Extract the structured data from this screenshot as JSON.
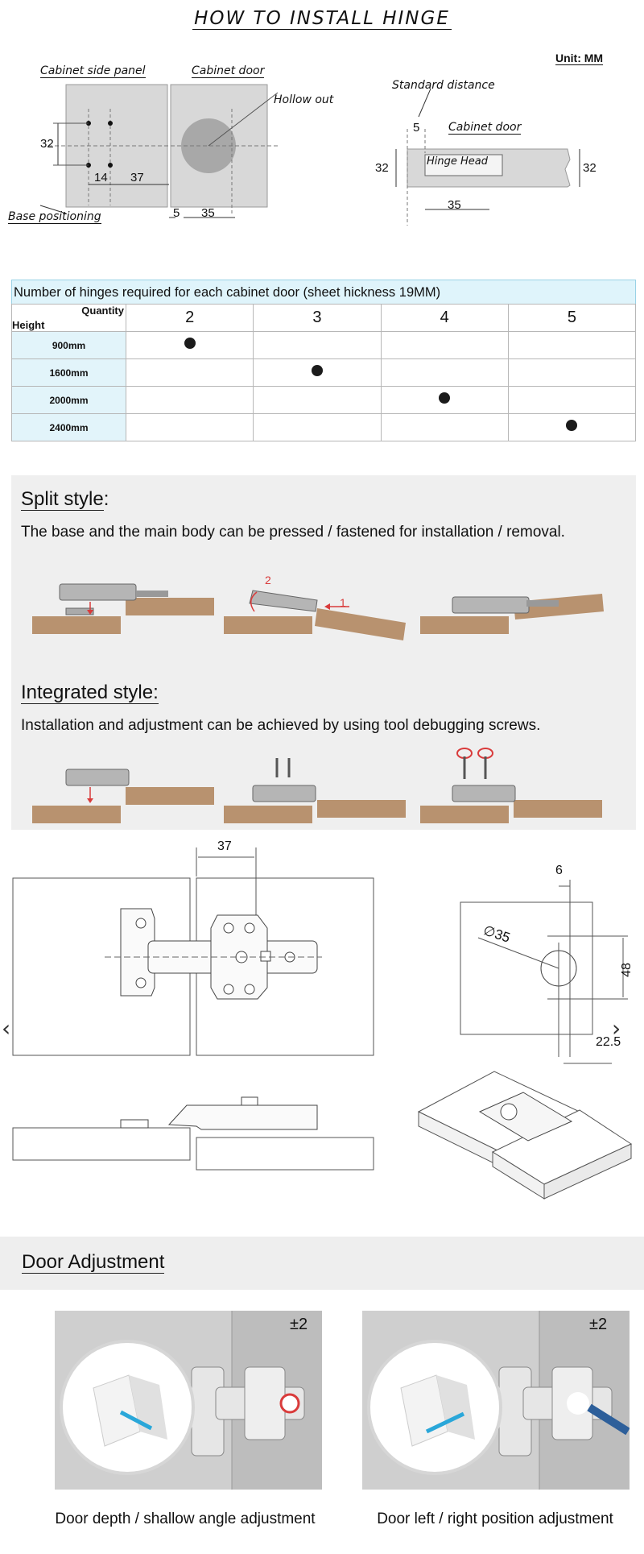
{
  "title": "HOW TO INSTALL HINGE",
  "unit": "Unit: MM",
  "dims_diagram": {
    "cabinet_side_panel": "Cabinet side panel",
    "cabinet_door_left": "Cabinet door",
    "hollow_out": "Hollow out",
    "base_positioning": "Base positioning",
    "d32": "32",
    "d14": "14",
    "d37": "37",
    "d5": "5",
    "d35": "35"
  },
  "side_diagram": {
    "standard_distance": "Standard distance",
    "cabinet_door": "Cabinet door",
    "hinge_head": "Hinge Head",
    "d5": "5",
    "d32_left": "32",
    "d32_right": "32",
    "d35": "35"
  },
  "table": {
    "caption": "Number of hinges required for each cabinet door (sheet  hickness 19MM)",
    "quantity_label": "Quantity",
    "height_label": "Height",
    "columns": [
      "2",
      "3",
      "4",
      "5"
    ],
    "rows": [
      {
        "height": "900mm",
        "qty_index": 0
      },
      {
        "height": "1600mm",
        "qty_index": 1
      },
      {
        "height": "2000mm",
        "qty_index": 2
      },
      {
        "height": "2400mm",
        "qty_index": 3
      }
    ]
  },
  "split": {
    "heading": "Split style",
    "colon": ":",
    "description": "The base and the main body can be pressed / fastened for installation / removal.",
    "step_1": "1",
    "step_2": "2"
  },
  "integrated": {
    "heading": "Integrated style:",
    "description": "Installation and adjustment can be achieved by using tool debugging screws."
  },
  "tech": {
    "d37": "37",
    "d6": "6",
    "d35": "∅35",
    "d48": "48",
    "d22_5": "22.5"
  },
  "door_adjustment": {
    "heading": "Door Adjustment",
    "badge_left": "±2",
    "badge_right": "±2",
    "caption_left": "Door depth / shallow angle adjustment",
    "caption_right": "Door left / right position adjustment"
  },
  "colors": {
    "wood": "#b8926f",
    "table_header": "#dff4fb",
    "panel_grey": "#efefef",
    "accent_red": "#d93b3b",
    "accent_blue": "#2aa7d9"
  }
}
